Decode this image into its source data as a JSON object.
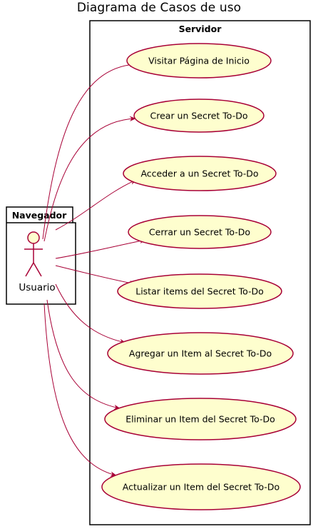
{
  "title": "Diagrama de Casos de uso",
  "packages": {
    "client": {
      "label": "Navegador"
    },
    "server": {
      "label": "Servidor"
    }
  },
  "actor": {
    "label": "Usuario"
  },
  "use_cases": [
    {
      "label": "Visitar Página de Inicio"
    },
    {
      "label": "Crear un Secret To-Do"
    },
    {
      "label": "Acceder a un Secret To-Do"
    },
    {
      "label": "Cerrar un Secret To-Do"
    },
    {
      "label": "Listar items del Secret To-Do"
    },
    {
      "label": "Agregar un Item al Secret To-Do"
    },
    {
      "label": "Eliminar un Item del Secret To-Do"
    },
    {
      "label": "Actualizar un Item del Secret To-Do"
    }
  ],
  "colors": {
    "use_case_fill": "#FEFECE",
    "stroke": "#A80036",
    "frame": "#000000"
  }
}
